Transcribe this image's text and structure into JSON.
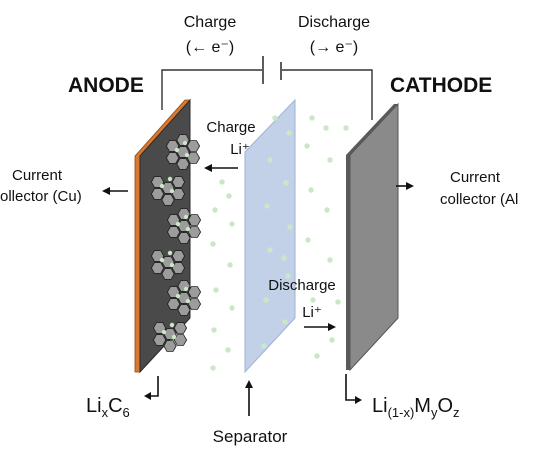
{
  "circuit": {
    "charge_label": "Charge",
    "charge_arrow_text": "(← e⁻)",
    "discharge_label": "Discharge",
    "discharge_arrow_text": "(→ e⁻)"
  },
  "electrodes": {
    "anode_title": "ANODE",
    "cathode_title": "CATHODE"
  },
  "labels": {
    "current_collector_left_line1": "Current",
    "current_collector_left_line2": "ollector (Cu)",
    "current_collector_right_line1": "Current",
    "current_collector_right_line2": "collector (Al",
    "charge_li_line1": "Charge",
    "charge_li_line2": "Li⁺",
    "discharge_li_line1": "Discharge",
    "discharge_li_line2": "Li⁺",
    "separator": "Separator"
  },
  "formulas": {
    "anode_formula": {
      "base1": "Li",
      "sub1": "x",
      "base2": "C",
      "sub2": "6"
    },
    "cathode_formula": {
      "base1": "Li",
      "sub1": "(1-x)",
      "base2": "M",
      "sub2": "y",
      "base3": "O",
      "sub3": "z"
    }
  },
  "colors": {
    "anode_plate": "#4a4a4a",
    "copper_collector": "#d9782e",
    "separator": "#c3d1e8",
    "cathode_plate": "#8a8a8a",
    "li_ion": "#cbe8c6",
    "graphite_hex": "#9c9c9c"
  }
}
